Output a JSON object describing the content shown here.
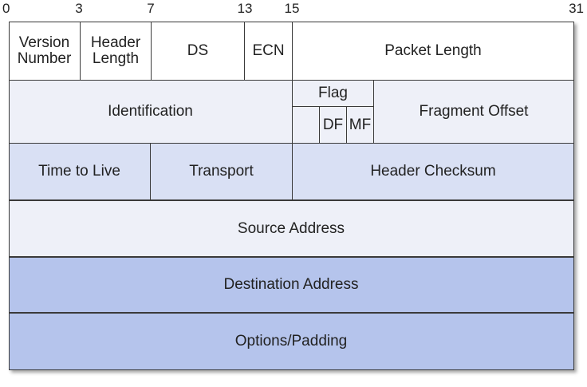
{
  "bit_markers": [
    "0",
    "3",
    "7",
    "13",
    "15",
    "31"
  ],
  "fields": {
    "version_number": "Version\nNumber",
    "header_length": "Header\nLength",
    "ds": "DS",
    "ecn": "ECN",
    "packet_length": "Packet Length",
    "identification": "Identification",
    "flag": "Flag",
    "df": "DF",
    "mf": "MF",
    "fragment_offset": "Fragment Offset",
    "time_to_live": "Time to Live",
    "transport": "Transport",
    "header_checksum": "Header Checksum",
    "source_address": "Source Address",
    "destination_address": "Destination Address",
    "options_padding": "Options/Padding"
  },
  "colors": {
    "row_white": "#ffffff",
    "row_light": "#eef0f8",
    "row_mid": "#d9e0f4",
    "row_dark": "#b5c4ec",
    "border": "#3a3a3a"
  }
}
